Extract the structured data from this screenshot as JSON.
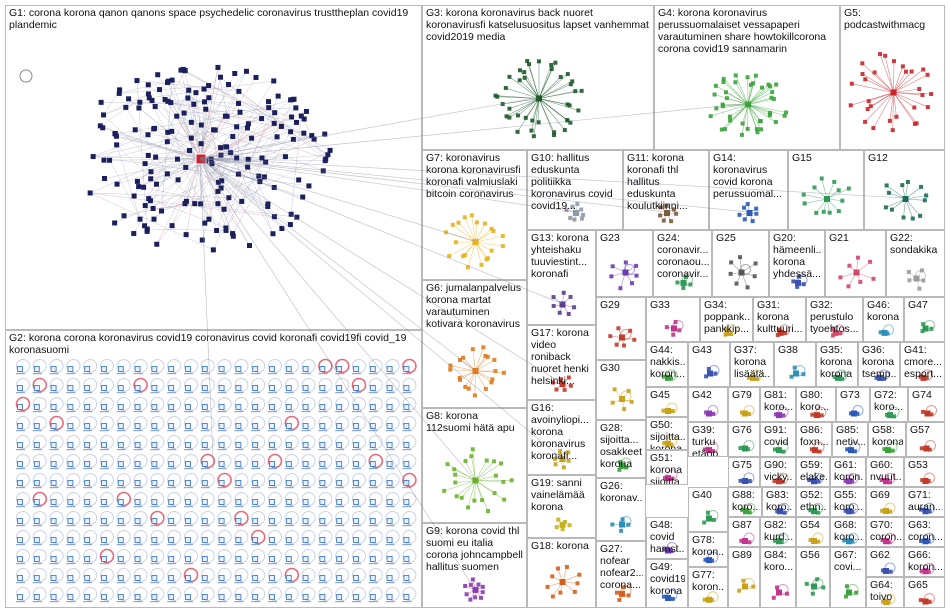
{
  "groups": [
    {
      "id": "G1",
      "label": "G1: corona korona qanon qanons space psychedelic coronavirus trusttheplan covid19 plandemic",
      "color": "#1b1f5c"
    },
    {
      "id": "G2",
      "label": "G2: korona corona koronavirus covid19 coronavirus covid koronafi covid19fi covid_19 koronasuomi",
      "color": "#2a6fc9"
    },
    {
      "id": "G3",
      "label": "G3: korona koronavirus back nuoret koronavirusfi katselusuositus lapset vanhemmat covid2019 media",
      "color": "#1c5a2a"
    },
    {
      "id": "G4",
      "label": "G4: korona koronavirus perussuomalaiset vessapaperi varautuminen share howtokillcorona corona covid19 sannamarin",
      "color": "#3aa33a"
    },
    {
      "id": "G5",
      "label": "G5: podcastwithmacg",
      "color": "#c8262b"
    },
    {
      "id": "G6",
      "label": "G6: jumalanpalvelus korona martat varautuminen kotivara koronavirus",
      "color": "#e07b1c"
    },
    {
      "id": "G7",
      "label": "G7: koronavirus korona koronavirusfi koronafi valmiuslaki bitcoin coronavirus",
      "color": "#e8b21c"
    },
    {
      "id": "G8",
      "label": "G8: korona 112suomi hätä apu",
      "color": "#6bb22c"
    },
    {
      "id": "G9",
      "label": "G9: korona covid thl suomi eu italia corona johncampbell hallitus suomen",
      "color": "#8c3bb0"
    },
    {
      "id": "G10",
      "label": "G10: hallitus eduskunta politiikka koronavirus covid covid19...",
      "color": "#8e9aa5"
    },
    {
      "id": "G11",
      "label": "G11: korona koronafi thl hallitus eduskunta koulutkiinni...",
      "color": "#7d5a3a"
    },
    {
      "id": "G12",
      "label": "G12",
      "color": "#1a6b5a"
    },
    {
      "id": "G13",
      "label": "G13: korona yhteishaku tuuviestint... koronafi",
      "color": "#5b3d8f"
    },
    {
      "id": "G14",
      "label": "G14: koronavirus covid korona perussuomal...",
      "color": "#2b59b8"
    },
    {
      "id": "G15",
      "label": "G15",
      "color": "#2f9a55"
    },
    {
      "id": "G16",
      "label": "G16: avoinyliopi... korona koronavirus koronafi...",
      "color": "#c9a21c"
    },
    {
      "id": "G17",
      "label": "G17: korona video roniback nuoret henki helsinki...",
      "color": "#c23b2a"
    },
    {
      "id": "G18",
      "label": "G18: korona",
      "color": "#d65f1e"
    },
    {
      "id": "G19",
      "label": "G19: sanni vainelämää korona",
      "color": "#c9b31c"
    },
    {
      "id": "G20",
      "label": "G20: hämeenli... korona yhdessä...",
      "color": "#3b52b0"
    },
    {
      "id": "G21",
      "label": "G21",
      "color": "#d2486b"
    },
    {
      "id": "G22",
      "label": "G22: sondakika",
      "color": "#9b9b9b"
    },
    {
      "id": "G23",
      "label": "G23",
      "color": "#6b3bb0"
    },
    {
      "id": "G24",
      "label": "G24: coronavir... coronaou... coronavir...",
      "color": "#2f9a55"
    },
    {
      "id": "G25",
      "label": "G25",
      "color": "#555555"
    },
    {
      "id": "G26",
      "label": "G26: koronav...",
      "color": "#2b8fb8"
    },
    {
      "id": "G27",
      "label": "G27: nofear nofear2... corona...",
      "color": "#d65f1e"
    },
    {
      "id": "G28",
      "label": "G28: sijoitta... osakkeet korona",
      "color": "#3aa33a"
    },
    {
      "id": "G29",
      "label": "G29",
      "color": "#c23b2a"
    },
    {
      "id": "G30",
      "label": "G30",
      "color": "#c9a21c"
    },
    {
      "id": "G31",
      "label": "G31: korona kulttuuri...",
      "color": "#c23b2a"
    },
    {
      "id": "G32",
      "label": "G32: perustulo tyoehtos...",
      "color": "#d2486b"
    },
    {
      "id": "G33",
      "label": "G33",
      "color": "#c2368e"
    },
    {
      "id": "G34",
      "label": "G34: poppank... pankkip...",
      "color": "#c9a21c"
    },
    {
      "id": "G35",
      "label": "G35: korona korona",
      "color": "#2f9a55"
    },
    {
      "id": "G36",
      "label": "G36: korona tsemp...",
      "color": "#3b52b0"
    },
    {
      "id": "G37",
      "label": "G37: korona lisäätä...",
      "color": "#c9a21c"
    },
    {
      "id": "G38",
      "label": "G38",
      "color": "#2b8fb8"
    },
    {
      "id": "G39",
      "label": "G39: turku etäop...",
      "color": "#c2368e"
    },
    {
      "id": "G40",
      "label": "G40",
      "color": "#2f9a55"
    },
    {
      "id": "G41",
      "label": "G41: cmore... esport...",
      "color": "#c23b2a"
    },
    {
      "id": "G42",
      "label": "G42",
      "color": "#8c3bb0"
    },
    {
      "id": "G43",
      "label": "G43",
      "color": "#3b52b0"
    },
    {
      "id": "G44",
      "label": "G44: nakkis... koron...",
      "color": "#3aa33a"
    },
    {
      "id": "G45",
      "label": "G45",
      "color": "#c9a21c"
    },
    {
      "id": "G46",
      "label": "G46: korona",
      "color": "#2b8fb8"
    },
    {
      "id": "G47",
      "label": "G47",
      "color": "#2f9a55"
    },
    {
      "id": "G48",
      "label": "G48: covid hamst...",
      "color": "#6b3bb0"
    },
    {
      "id": "G49",
      "label": "G49: covid19 korona",
      "color": "#2b59b8"
    },
    {
      "id": "G50",
      "label": "G50: sijoitta... korona",
      "color": "#c9a21c"
    },
    {
      "id": "G51",
      "label": "G51: korona sijoitta...",
      "color": "#c2368e"
    },
    {
      "id": "G52",
      "label": "G52: ethn...",
      "color": "#2f9a55"
    },
    {
      "id": "G53",
      "label": "G53",
      "color": "#c23b2a"
    },
    {
      "id": "G54",
      "label": "G54",
      "color": "#c9a21c"
    },
    {
      "id": "G55",
      "label": "G55: koro...",
      "color": "#3b52b0"
    },
    {
      "id": "G56",
      "label": "G56",
      "color": "#2f9a55"
    },
    {
      "id": "G57",
      "label": "G57",
      "color": "#c23b2a"
    },
    {
      "id": "G58",
      "label": "G58: korona...",
      "color": "#3aa33a"
    },
    {
      "id": "G59",
      "label": "G59: elake...",
      "color": "#3b52b0"
    },
    {
      "id": "G60",
      "label": "G60: nvuut...",
      "color": "#c2368e"
    },
    {
      "id": "G61",
      "label": "G61: koron...",
      "color": "#8c3bb0"
    },
    {
      "id": "G62",
      "label": "G62",
      "color": "#3b52b0"
    },
    {
      "id": "G63",
      "label": "G63: coron...",
      "color": "#2b59b8"
    },
    {
      "id": "G64",
      "label": "G64: toivo",
      "color": "#c9a21c"
    },
    {
      "id": "G65",
      "label": "G65",
      "color": "#c23b2a"
    },
    {
      "id": "G66",
      "label": "G66: koron...",
      "color": "#c2368e"
    },
    {
      "id": "G67",
      "label": "G67: covi...",
      "color": "#3aa33a"
    },
    {
      "id": "G68",
      "label": "G68: koro...",
      "color": "#2b8fb8"
    },
    {
      "id": "G69",
      "label": "G69",
      "color": "#c9a21c"
    },
    {
      "id": "G70",
      "label": "G70: coron...",
      "color": "#c2368e"
    },
    {
      "id": "G71",
      "label": "G71: auran...",
      "color": "#3b52b0"
    },
    {
      "id": "G72",
      "label": "G72: koro...",
      "color": "#2f9a55"
    },
    {
      "id": "G73",
      "label": "G73",
      "color": "#2b59b8"
    },
    {
      "id": "G74",
      "label": "G74",
      "color": "#c23b2a"
    },
    {
      "id": "G75",
      "label": "G75",
      "color": "#3b52b0"
    },
    {
      "id": "G76",
      "label": "G76",
      "color": "#2f9a55"
    },
    {
      "id": "G77",
      "label": "G77: koron...",
      "color": "#c9a21c"
    },
    {
      "id": "G78",
      "label": "G78: koron...",
      "color": "#2b59b8"
    },
    {
      "id": "G79",
      "label": "G79",
      "color": "#c9a21c"
    },
    {
      "id": "G80",
      "label": "G80: koro...",
      "color": "#c23b2a"
    },
    {
      "id": "G81",
      "label": "G81: koro...",
      "color": "#8c3bb0"
    },
    {
      "id": "G82",
      "label": "G82: kurd...",
      "color": "#2f9a55"
    },
    {
      "id": "G83",
      "label": "G83: koro...",
      "color": "#3b52b0"
    },
    {
      "id": "G84",
      "label": "G84: koro...",
      "color": "#c2368e"
    },
    {
      "id": "G85",
      "label": "G85: netiv...",
      "color": "#2b59b8"
    },
    {
      "id": "G86",
      "label": "G86: foxn...",
      "color": "#c23b2a"
    },
    {
      "id": "G87",
      "label": "G87",
      "color": "#c2368e"
    },
    {
      "id": "G88",
      "label": "G88: koro...",
      "color": "#3aa33a"
    },
    {
      "id": "G89",
      "label": "G89",
      "color": "#c9a21c"
    },
    {
      "id": "G90",
      "label": "G90: vicky...",
      "color": "#c23b2a"
    },
    {
      "id": "G91",
      "label": "G91: covid",
      "color": "#2f9a55"
    }
  ]
}
